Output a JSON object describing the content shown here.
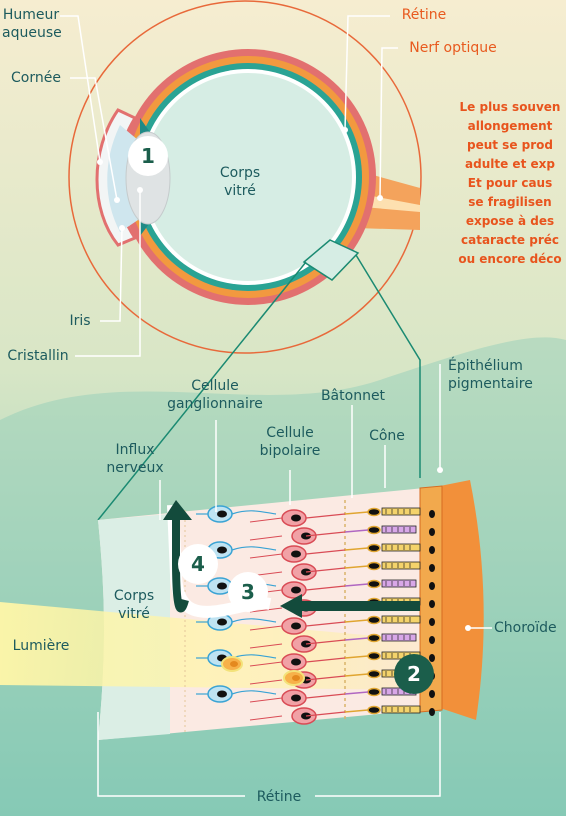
{
  "labels": {
    "humeur_aqueuse": [
      "Humeur",
      "aqueuse"
    ],
    "cornee": "Cornée",
    "iris": "Iris",
    "cristallin": "Cristallin",
    "corps_vitre_eye": [
      "Corps",
      "vitré"
    ],
    "retine_top": "Rétine",
    "nerf_optique": "Nerf optique",
    "epithelium": [
      "Épithélium",
      "pigmentaire"
    ],
    "baton": "Bâtonnet",
    "cone": "Cône",
    "cellule_ganglionnaire": [
      "Cellule",
      "ganglionnaire"
    ],
    "cellule_bipolaire": [
      "Cellule",
      "bipolaire"
    ],
    "influx_nerveux": [
      "Influx",
      "nerveux"
    ],
    "corps_vitre_detail": [
      "Corps",
      "vitré"
    ],
    "lumiere": "Lumière",
    "choroide": "Choroïde",
    "retine_bottom": "Rétine"
  },
  "side_text": [
    "Le plus souven",
    "allongement",
    "peut se prod",
    "adulte et exp",
    "Et pour caus",
    "se fragilisen",
    "expose à des",
    "cataracte préc",
    "ou encore déco"
  ],
  "steps": [
    "1",
    "2",
    "3",
    "4"
  ],
  "colors": {
    "green_dark": "#1b5e4b",
    "label_teal": "#1d5b5e",
    "orange": "#e85a1f",
    "choroid": "#f2903a",
    "light_yellow": "#fff6a8"
  }
}
